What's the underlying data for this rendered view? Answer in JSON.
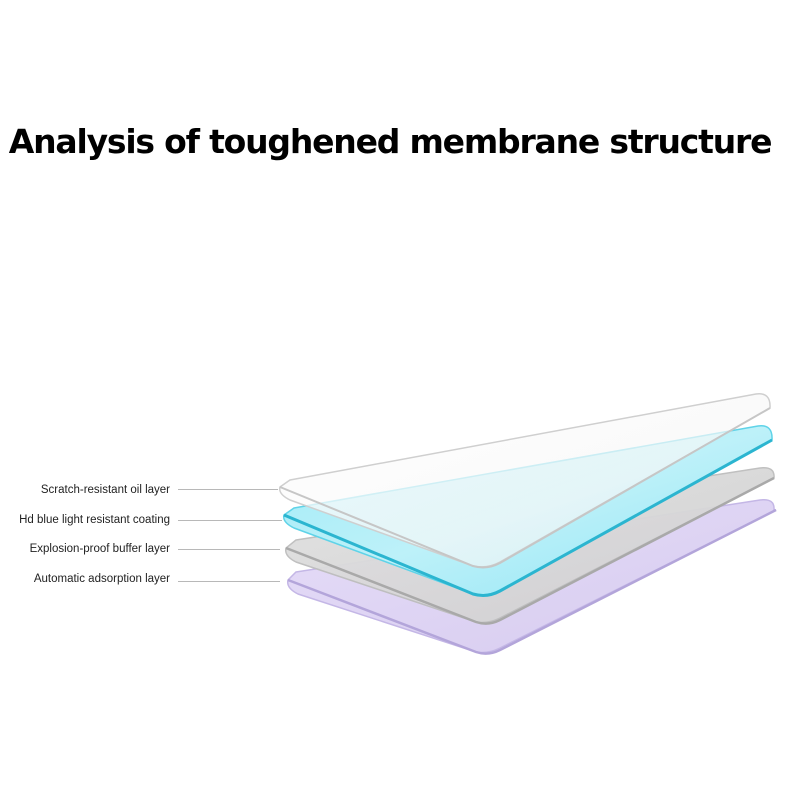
{
  "title": "Analysis of toughened membrane structure",
  "layers": [
    {
      "label": "Scratch-resistant oil layer",
      "color": "#f7f7f7"
    },
    {
      "label": "Hd blue light resistant coating",
      "color": "#7fe2f3"
    },
    {
      "label": "Explosion-proof buffer layer",
      "color": "#d9d9d9"
    },
    {
      "label": "Automatic adsorption layer",
      "color": "#e3d9f6"
    }
  ]
}
